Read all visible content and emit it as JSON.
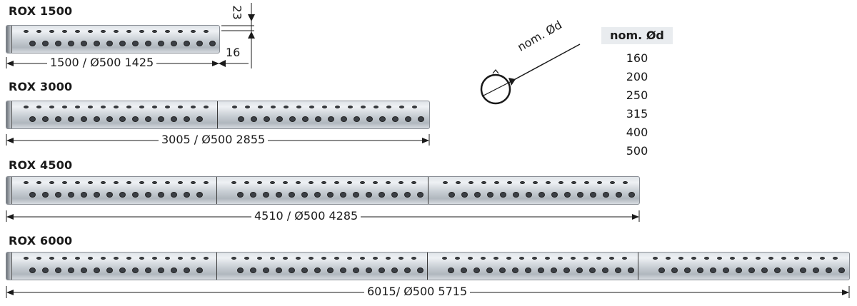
{
  "models": [
    {
      "name": "ROX 1500",
      "dimension": "1500 / Ø500 1425",
      "segments": 1
    },
    {
      "name": "ROX 3000",
      "dimension": "3005 / Ø500 2855",
      "segments": 2
    },
    {
      "name": "ROX 4500",
      "dimension": "4510 / Ø500 4285",
      "segments": 3
    },
    {
      "name": "ROX 6000",
      "dimension": "6015/ Ø500 5715",
      "segments": 4
    }
  ],
  "side_dims": {
    "top": "23",
    "bottom": "16"
  },
  "cross_section_label": "nom. Ød",
  "table": {
    "header": "nom. Ød",
    "values": [
      "160",
      "200",
      "250",
      "315",
      "400",
      "500"
    ]
  },
  "colors": {
    "pipe": "#c7cdd3",
    "hole": "#3c4046",
    "line": "#1a1a1a"
  }
}
